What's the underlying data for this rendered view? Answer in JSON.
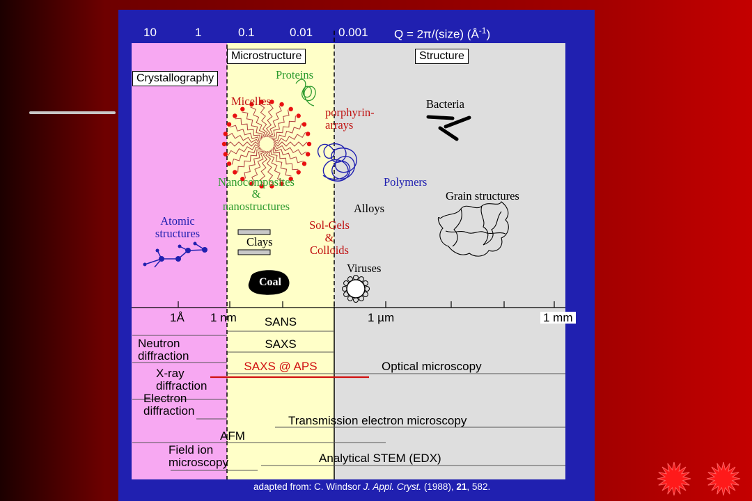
{
  "q_axis": {
    "ticks": [
      "10",
      "1",
      "0.1",
      "0.01",
      "0.001"
    ],
    "label": "Q = 2π/(size) (Å",
    "label_sup": "-1",
    "label_end": ")"
  },
  "regions": {
    "microstructure": "Microstructure",
    "structure": "Structure",
    "crystallography": "Crystallography"
  },
  "examples": {
    "proteins": "Proteins",
    "micelles": "Micelles",
    "porphyrin_1": "porphyrin-",
    "porphyrin_2": "arrays",
    "bacteria": "Bacteria",
    "polymers": "Polymers",
    "nano_1": "Nanocomposites",
    "nano_2": "&",
    "nano_3": "nanostructures",
    "alloys": "Alloys",
    "grain": "Grain structures",
    "atomic_1": "Atomic",
    "atomic_2": "structures",
    "solgel_1": "Sol-Gels",
    "solgel_2": "&",
    "solgel_3": "Colloids",
    "clays": "Clays",
    "viruses": "Viruses",
    "coal": "Coal"
  },
  "size_axis": {
    "angstrom": "1Å",
    "nm": "1 nm",
    "um": "1 µm",
    "mm": "1 mm"
  },
  "techniques": {
    "sans": "SANS",
    "saxs": "SAXS",
    "saxs_aps": "SAXS @ APS",
    "neutron_1": "Neutron",
    "neutron_2": "diffraction",
    "xray_1": "X-ray",
    "xray_2": "diffraction",
    "electron_1": "Electron",
    "electron_2": "diffraction",
    "optical": "Optical microscopy",
    "tem": "Transmission electron microscopy",
    "afm": "AFM",
    "fim_1": "Field ion",
    "fim_2": "microscopy",
    "stem": "Analytical STEM (EDX)"
  },
  "citation": {
    "prefix": "adapted from: C. Windsor ",
    "journal": "J. Appl. Cryst.",
    "year": " (1988), ",
    "volume": "21",
    "pages": ", 582."
  },
  "colors": {
    "background_red": "#8a0000",
    "frame_blue": "#2020b0",
    "atomic_pink": "#f7a8f2",
    "micro_yellow": "#ffffc8",
    "structure_gray": "#dedede",
    "highlight_red": "#d01010",
    "proteins_green": "#2e9b2e",
    "polymer_blue": "#2020b0"
  }
}
